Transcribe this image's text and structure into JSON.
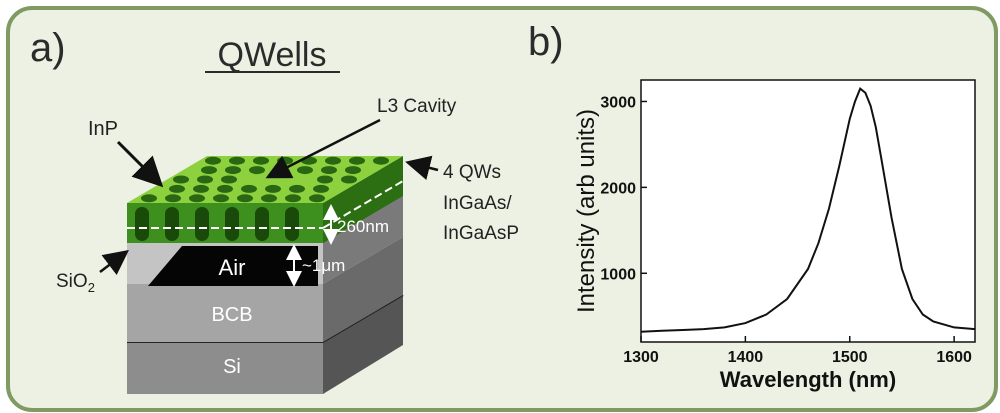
{
  "panel_a": {
    "letter": "a)",
    "title": "QWells",
    "labels": {
      "inp": "InP",
      "l3_cavity": "L3 Cavity",
      "qws_line1": "4 QWs",
      "qws_line2": "InGaAs/",
      "qws_line3": "InGaAsP",
      "thickness": "260nm",
      "sio2_main": "SiO",
      "sio2_sub": "2",
      "air": "Air",
      "air_gap": "~1μm",
      "bcb": "BCB",
      "si": "Si"
    }
  },
  "panel_b": {
    "letter": "b)"
  },
  "chart_data": {
    "type": "line",
    "title": "",
    "xlabel": "Wavelength (nm)",
    "ylabel": "Intensity  (arb units)",
    "xlim": [
      1300,
      1620
    ],
    "ylim": [
      200,
      3250
    ],
    "xticks": [
      1300,
      1400,
      1500,
      1600
    ],
    "yticks": [
      1000,
      2000,
      3000
    ],
    "grid": false,
    "series": [
      {
        "x": [
          1300,
          1320,
          1340,
          1360,
          1380,
          1400,
          1420,
          1440,
          1460,
          1470,
          1480,
          1490,
          1500,
          1505,
          1510,
          1515,
          1520,
          1525,
          1530,
          1540,
          1550,
          1560,
          1570,
          1580,
          1600,
          1620
        ],
        "y": [
          320,
          330,
          340,
          350,
          370,
          420,
          520,
          700,
          1050,
          1350,
          1750,
          2250,
          2800,
          3000,
          3150,
          3100,
          2950,
          2700,
          2350,
          1650,
          1050,
          700,
          520,
          440,
          370,
          350
        ]
      }
    ]
  }
}
